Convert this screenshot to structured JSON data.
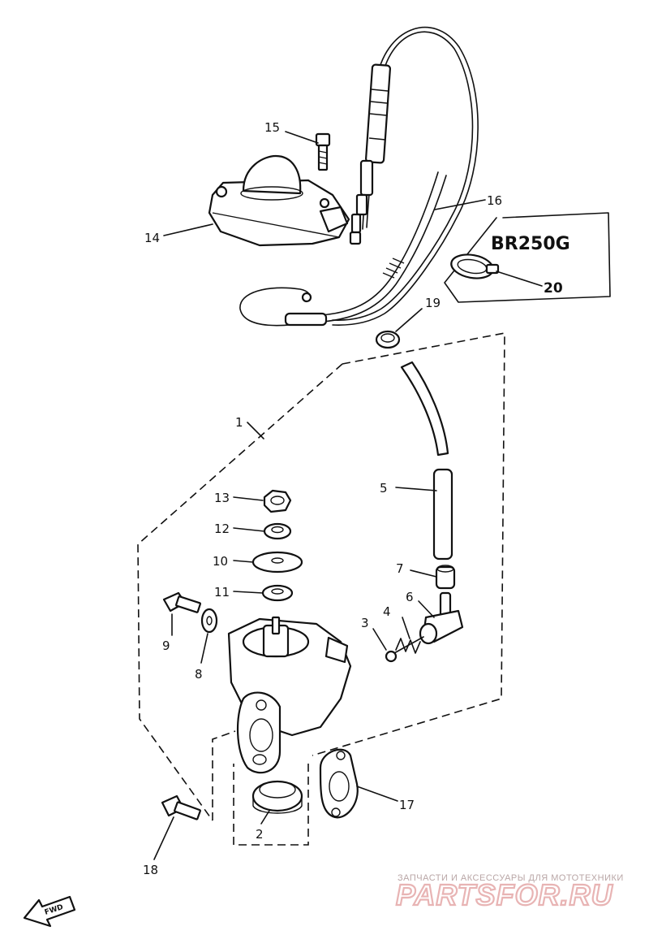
{
  "diagram": {
    "variant_label": "BR250G",
    "callouts": [
      {
        "id": "c1",
        "label": "1"
      },
      {
        "id": "c2",
        "label": "2"
      },
      {
        "id": "c3",
        "label": "3"
      },
      {
        "id": "c4",
        "label": "4"
      },
      {
        "id": "c5",
        "label": "5"
      },
      {
        "id": "c6",
        "label": "6"
      },
      {
        "id": "c7",
        "label": "7"
      },
      {
        "id": "c8",
        "label": "8"
      },
      {
        "id": "c9",
        "label": "9"
      },
      {
        "id": "c10",
        "label": "10"
      },
      {
        "id": "c11",
        "label": "11"
      },
      {
        "id": "c12",
        "label": "12"
      },
      {
        "id": "c13",
        "label": "13"
      },
      {
        "id": "c14",
        "label": "14"
      },
      {
        "id": "c15",
        "label": "15"
      },
      {
        "id": "c16",
        "label": "16"
      },
      {
        "id": "c17",
        "label": "17"
      },
      {
        "id": "c18",
        "label": "18"
      },
      {
        "id": "c19",
        "label": "19"
      },
      {
        "id": "c20",
        "label": "20"
      }
    ],
    "front_arrow_label": "FWD"
  },
  "watermark": {
    "tagline": "ЗАПЧАСТИ И АКСЕССУАРЫ ДЛЯ МОТОТЕХНИКИ",
    "brand": "PARTSFOR.RU"
  }
}
